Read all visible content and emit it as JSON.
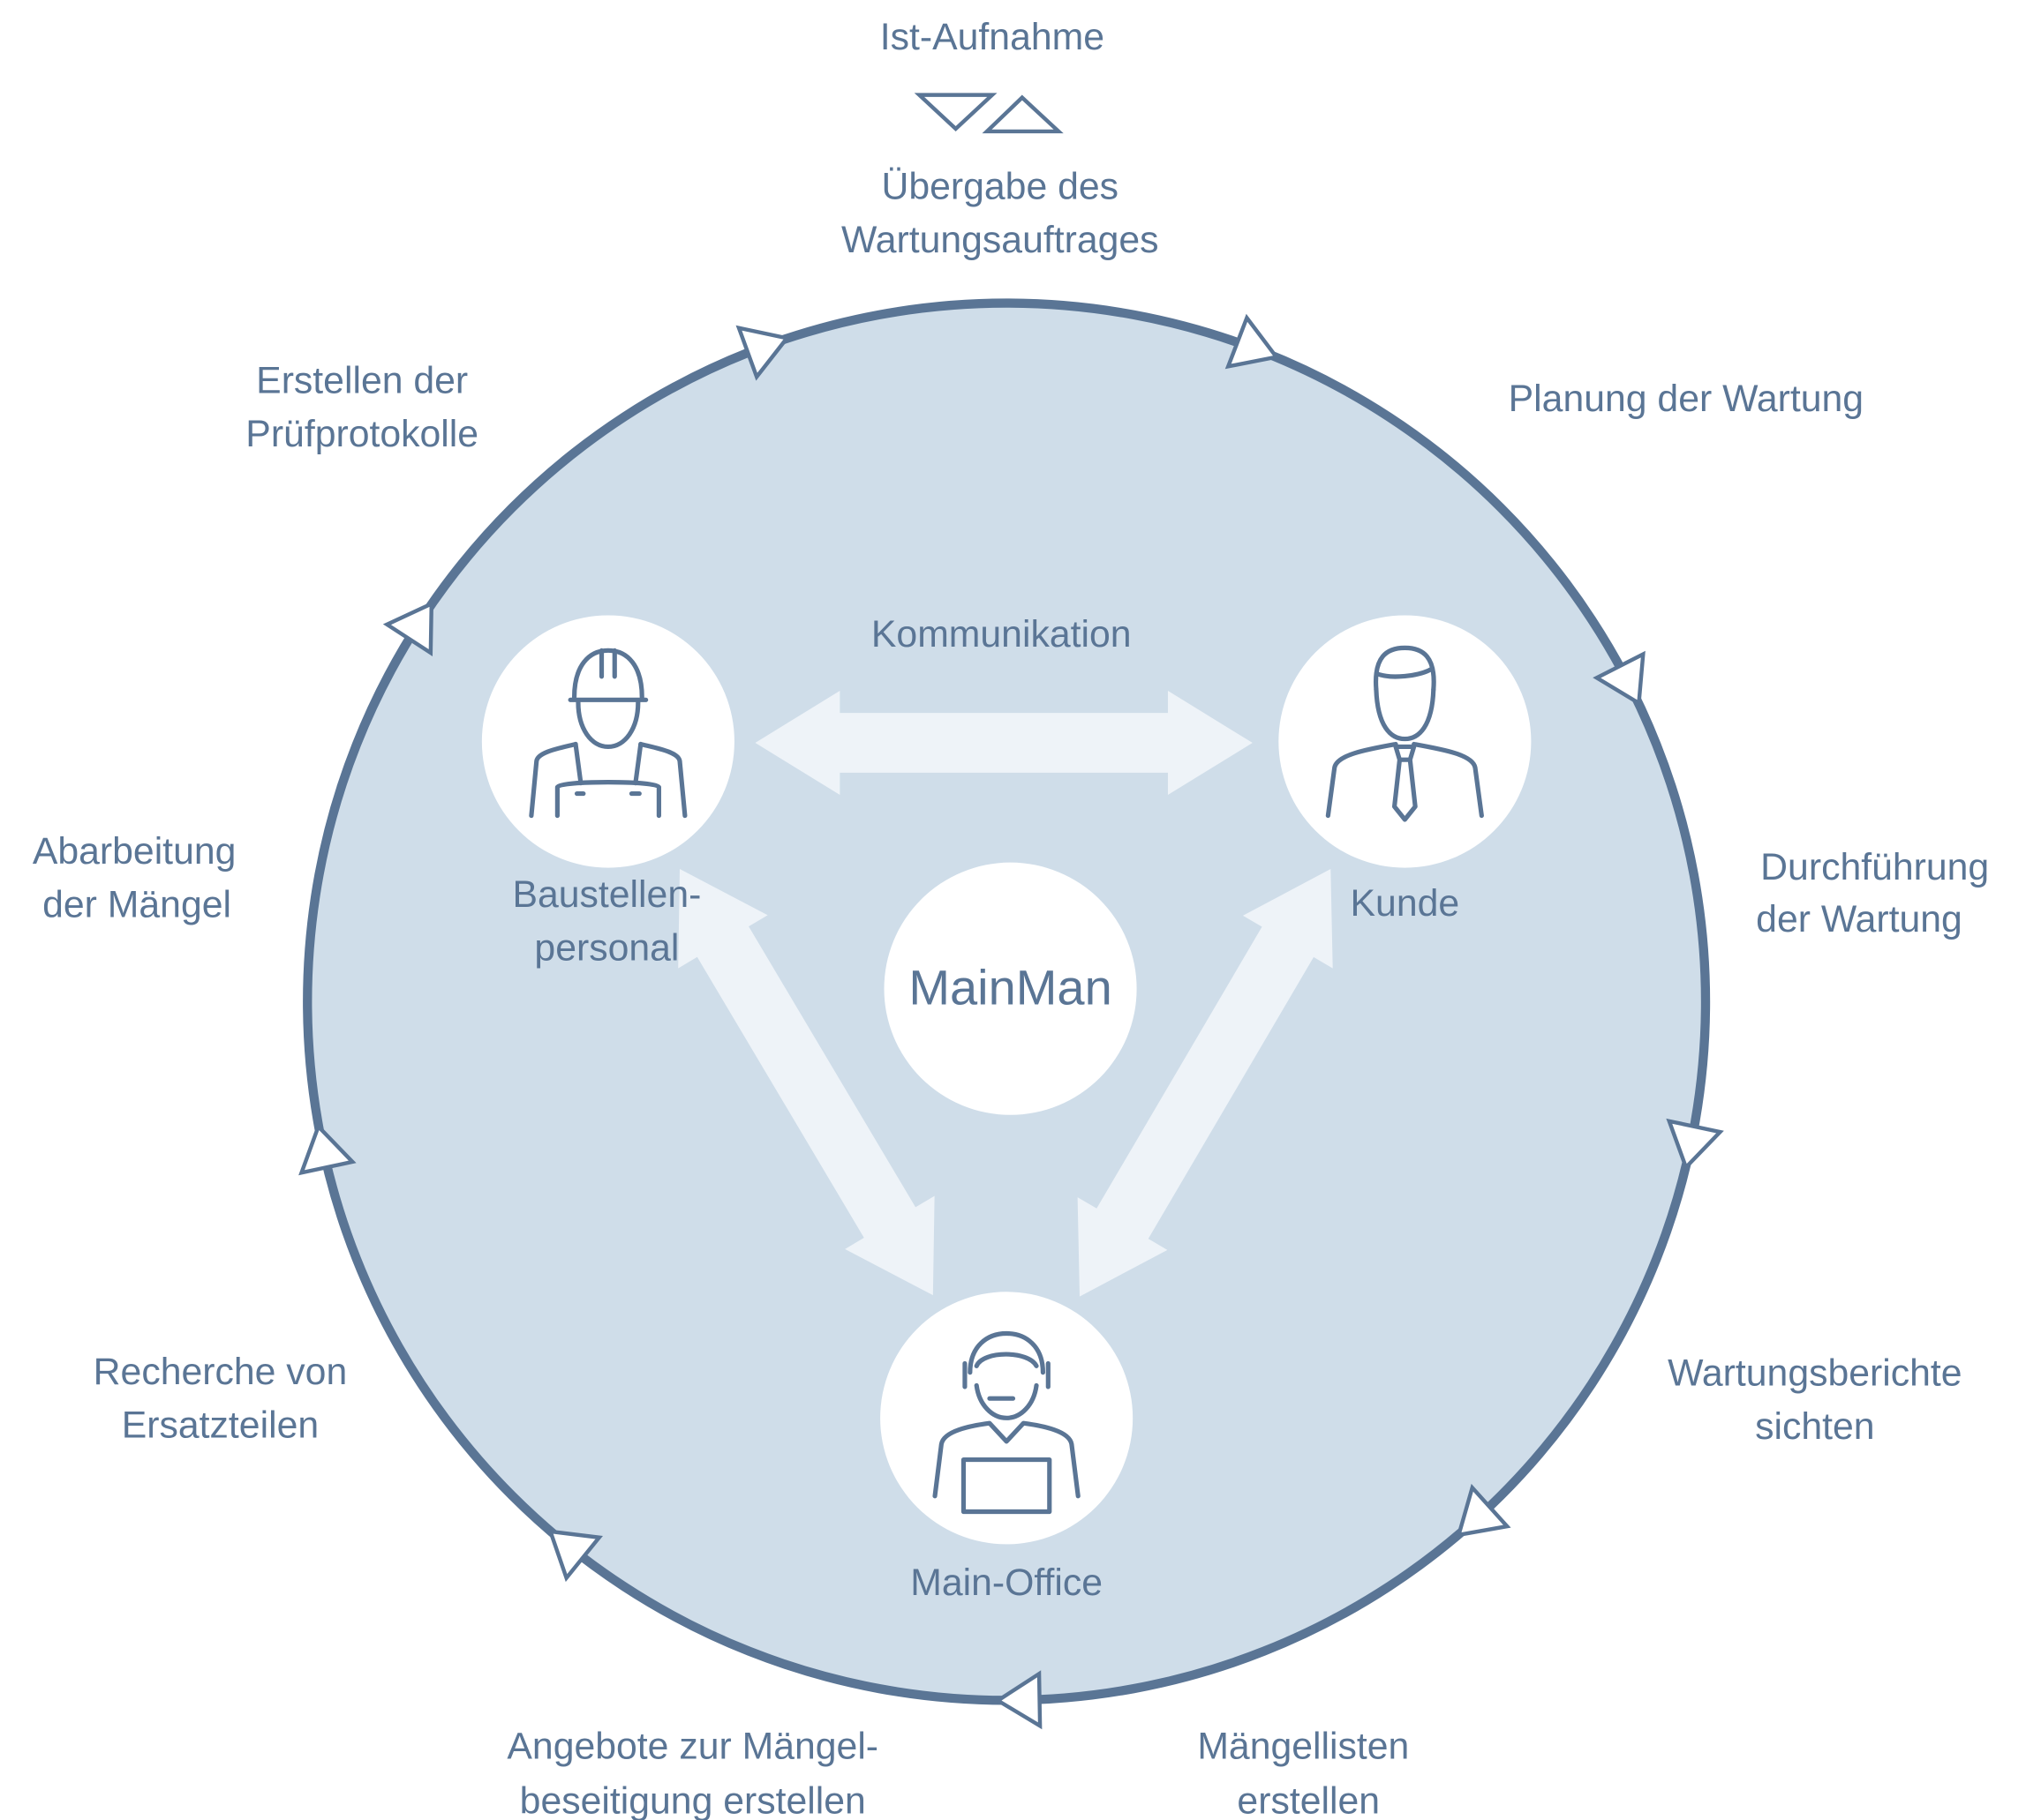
{
  "title": "MainMan",
  "colors": {
    "ring": "#5a7595",
    "fill": "#cfdde9",
    "arrow": "#eef3f8",
    "text": "#5a7595"
  },
  "center_label": "MainMan",
  "communication_label": "Kommunikation",
  "actors": {
    "site": [
      "Baustellen-",
      "personal"
    ],
    "customer": "Kunde",
    "office": "Main-Office"
  },
  "legend": {
    "top": "Ist-Aufnahme",
    "bottom": [
      "Übergabe des",
      "Wartungsauftrages"
    ]
  },
  "cycle_steps": [
    [
      "Planung der Wartung"
    ],
    [
      "Durchführung",
      "der Wartung"
    ],
    [
      "Wartungsberichte",
      "sichten"
    ],
    [
      "Mängellisten",
      "erstellen"
    ],
    [
      "Angebote zur Mängel-",
      "beseitigung erstellen"
    ],
    [
      "Recherche von",
      "Ersatzteilen"
    ],
    [
      "Abarbeitung",
      "der  Mängel"
    ],
    [
      "Erstellen der",
      "Prüfprotokolle"
    ]
  ]
}
